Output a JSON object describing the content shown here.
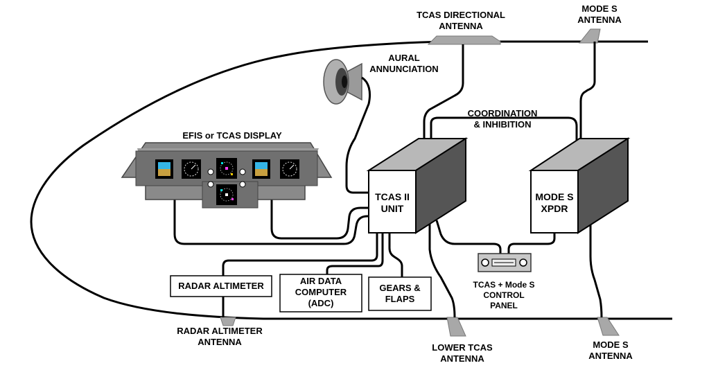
{
  "labels": {
    "tcas_directional_antenna": [
      "TCAS DIRECTIONAL",
      "ANTENNA"
    ],
    "mode_s_antenna_top": [
      "MODE S",
      "ANTENNA"
    ],
    "aural_annunciation": [
      "AURAL",
      "ANNUNCIATION"
    ],
    "coordination": [
      "COORDINATION",
      "& INHIBITION"
    ],
    "efis_display": "EFIS or TCAS DISPLAY",
    "tcas_unit": [
      "TCAS II",
      "UNIT"
    ],
    "mode_s_xpdr": [
      "MODE S",
      "XPDR"
    ],
    "radar_altimeter": "RADAR ALTIMETER",
    "air_data_computer": [
      "AIR DATA",
      "COMPUTER",
      "(ADC)"
    ],
    "gears_flaps": [
      "GEARS &",
      "FLAPS"
    ],
    "control_panel": [
      "TCAS + Mode S",
      "CONTROL",
      "PANEL"
    ],
    "radar_altimeter_antenna": [
      "RADAR ALTIMETER",
      "ANTENNA"
    ],
    "lower_tcas_antenna": [
      "LOWER TCAS",
      "ANTENNA"
    ],
    "mode_s_antenna_bottom": [
      "MODE S",
      "ANTENNA"
    ]
  },
  "colors": {
    "line": "#000000",
    "box_front": "#ffffff",
    "box_side": "#555555",
    "box_top": "#b8b8b8",
    "panel_fill": "#707070",
    "antenna_fill": "#a8a8a8",
    "display_sky": "#35b5e6",
    "display_ground": "#c8a040"
  }
}
